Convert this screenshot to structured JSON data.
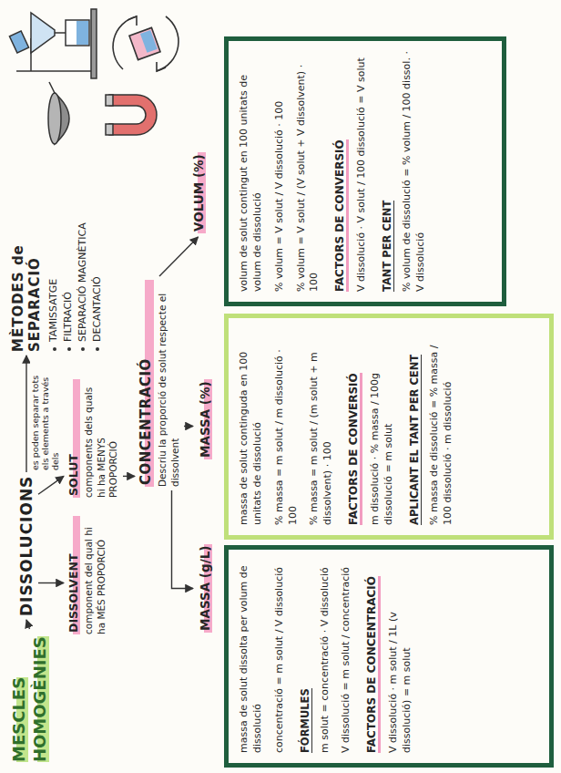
{
  "diagram": {
    "nodes": [
      {
        "text": [
          "MESCLES HOMOGÈNIES"
        ]
      },
      {
        "text": [
          "DISSOLUCIONS"
        ]
      },
      {
        "text": [
          "DISSOLVENT",
          "component del qual hi ha MÉS PROPORCIÓ"
        ]
      },
      {
        "text": [
          "SOLUT",
          "components dels quals hi ha MENYS PROPORCIÓ"
        ]
      },
      {
        "text": [
          "MÈTODES de SEPARACIÓ",
          "TAMISSATGE",
          "FILTRACIÓ",
          "SEPARACIÓ MAGNÈTICA",
          "DECANTACIÓ"
        ]
      },
      {
        "text": [
          "CONCENTRACIÓ",
          "Descriu la proporció de solut respecte el dissolvent"
        ]
      },
      {
        "text": [
          "MASSA (g/L)"
        ]
      },
      {
        "text": [
          "MASSA (%)"
        ]
      },
      {
        "text": [
          "VOLUM (%)"
        ]
      },
      {
        "text": [
          "massa de solut dissolta per volum de dissolució",
          "concentració = m solut / V dissolució",
          "FÓRMULES",
          "m solut = concentració · V dissolució",
          "V dissolució = m solut / concentració",
          "FACTORS DE CONCENTRACIÓ",
          "V dissolució · m solut / 1L (v dissolució) = m solut"
        ]
      },
      {
        "text": [
          "massa de solut continguda en 100 unitats de dissolució",
          "% massa = m solut / m dissolució · 100",
          "% massa = m solut / (m solut + m dissolvent) · 100",
          "FACTORS DE CONVERSIÓ",
          "m dissolució · % massa / 100g dissolució = m solut",
          "APLICANT EL TANT PER CENT",
          "% massa de dissolució = % massa / 100 dissolució · m dissolució"
        ]
      },
      {
        "text": [
          "volum de solut contingut en 100 unitats de volum de dissolució",
          "% volum = V solut / V dissolució · 100",
          "% volum = V solut / (V solut + V dissolvent) · 100",
          "FACTORS DE CONVERSIÓ",
          "V dissolució · V solut / 100 dissolució = V solut",
          "TANT PER CENT",
          "% volum de dissolució = % volum / 100 dissol. · V dissolució"
        ]
      }
    ],
    "edges": [
      {
        "from": 0,
        "to": 1,
        "arrow": "to"
      },
      {
        "from": 1,
        "to": 2,
        "arrow": "to"
      },
      {
        "from": 1,
        "to": 3,
        "arrow": "to"
      },
      {
        "from": 1,
        "to": 4,
        "label": "es poden separar tots els elements a través dels",
        "arrow": "to"
      },
      {
        "from": 3,
        "to": 5,
        "arrow": "to"
      },
      {
        "from": 5,
        "to": 6,
        "arrow": "to"
      },
      {
        "from": 5,
        "to": 7,
        "arrow": "to"
      },
      {
        "from": 5,
        "to": 8,
        "arrow": "to"
      }
    ]
  }
}
